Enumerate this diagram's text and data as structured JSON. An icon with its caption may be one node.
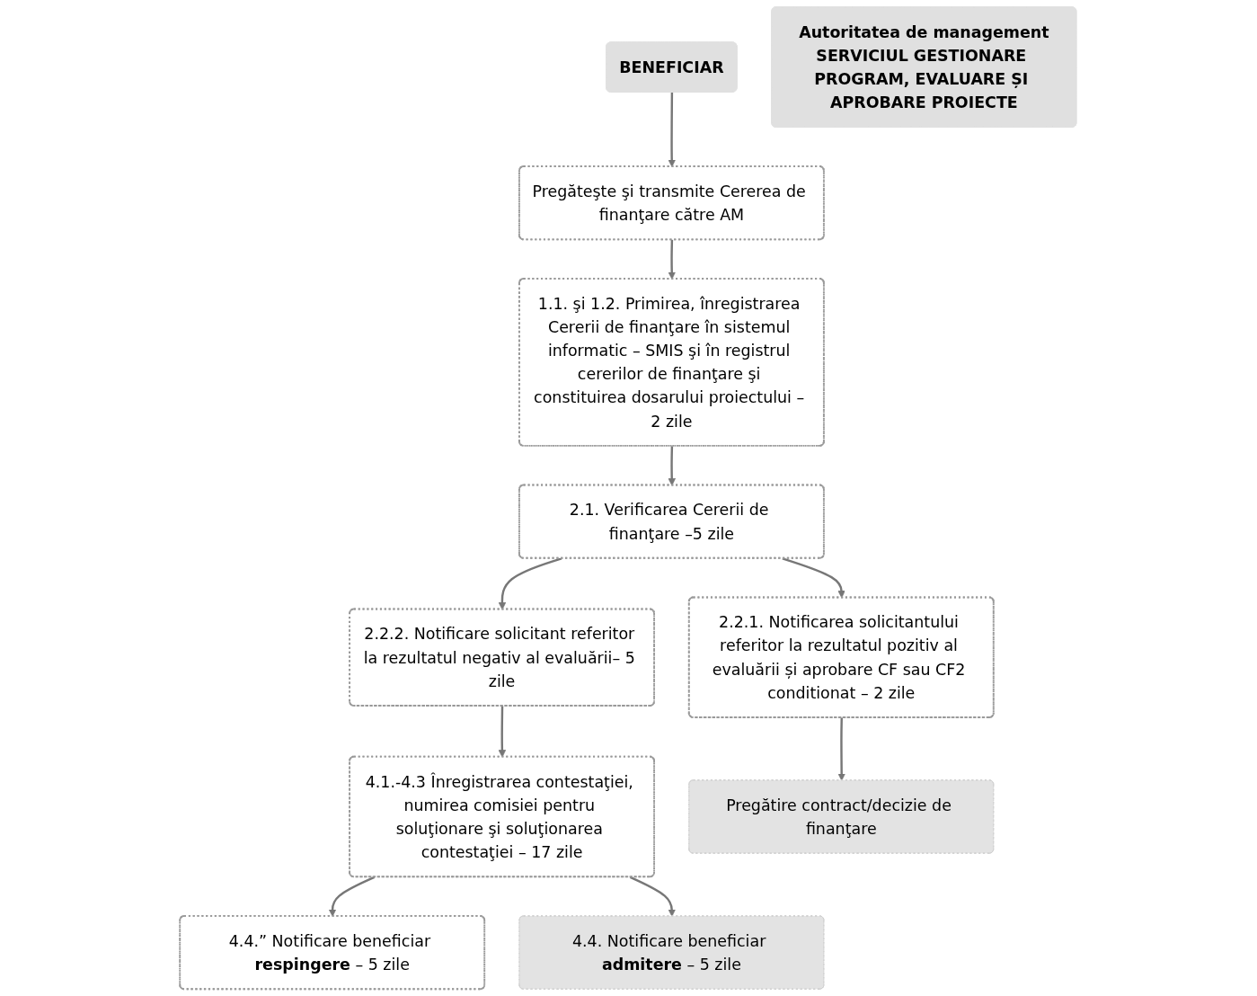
{
  "diagram": {
    "nodes": [
      {
        "text": [
          "BENEFICIAR"
        ]
      },
      {
        "text": [
          "Autoritatea de management",
          "SERVICIUL GESTIONARE PROGRAM, EVALUARE ȘI APROBARE PROIECTE"
        ]
      },
      {
        "text": [
          "Pregăteşte şi transmite Cererea de finanţare către AM"
        ]
      },
      {
        "text": [
          "1.1. şi 1.2. Primirea, înregistrarea Cererii de finanţare în sistemul informatic – SMIS şi în registrul cererilor de finanţare şi constituirea dosarului proiectului – 2 zile"
        ]
      },
      {
        "text": [
          "2.1. Verificarea Cererii de finanţare –5 zile"
        ]
      },
      {
        "text": [
          "2.2.2. Notificare solicitant referitor la rezultatul negativ al evaluării– 5 zile"
        ]
      },
      {
        "text": [
          "2.2.1. Notificarea solicitantului referitor la rezultatul pozitiv al evaluării și aprobare CF sau CF2 conditionat – 2 zile"
        ]
      },
      {
        "text": [
          "4.1.-4.3 Înregistrarea contestaţiei, numirea comisiei pentru soluţionare şi soluţionarea contestaţiei – 17 zile"
        ]
      },
      {
        "text": [
          "Pregătire contract/decizie de finanţare"
        ]
      },
      {
        "text": [
          "4.4.” Notificare beneficiar **respingere** – 5 zile"
        ]
      },
      {
        "text": [
          "4.4. Notificare beneficiar **admitere** – 5 zile"
        ]
      }
    ],
    "edges": [
      {
        "from": 0,
        "to": 2,
        "arrow": "to"
      },
      {
        "from": 2,
        "to": 3,
        "arrow": "to"
      },
      {
        "from": 3,
        "to": 4,
        "arrow": "to"
      },
      {
        "from": 4,
        "to": 5,
        "arrow": "to"
      },
      {
        "from": 4,
        "to": 6,
        "arrow": "to"
      },
      {
        "from": 5,
        "to": 7,
        "arrow": "to"
      },
      {
        "from": 6,
        "to": 8,
        "arrow": "to"
      },
      {
        "from": 7,
        "to": 9,
        "arrow": "to"
      },
      {
        "from": 7,
        "to": 10,
        "arrow": "to"
      }
    ]
  }
}
